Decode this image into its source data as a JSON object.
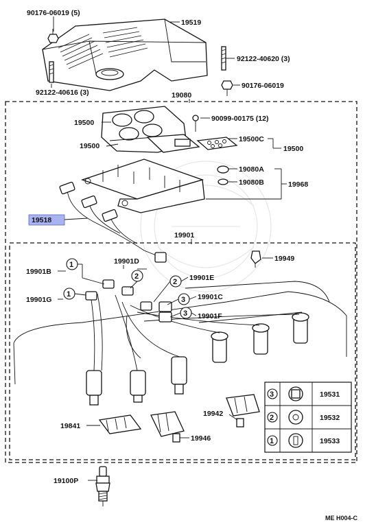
{
  "parts": {
    "p90176_06019_5": "90176-06019 (5)",
    "p19519": "19519",
    "p92122_40620": "92122-40620 (3)",
    "p92122_40616": "92122-40616 (3)",
    "p90176_06019": "90176-06019",
    "p19080": "19080",
    "p19500_a": "19500",
    "p90099": "90099-00175 (12)",
    "p19500_b": "19500",
    "p19500c": "19500C",
    "p19500_c": "19500",
    "p19080a": "19080A",
    "p19080b": "19080B",
    "p19968": "19968",
    "p19518": "19518",
    "p19901": "19901",
    "p19901b": "19901B",
    "p19901d": "19901D",
    "p19949": "19949",
    "p19901e": "19901E",
    "p19901g": "19901G",
    "p19901c": "19901C",
    "p19901f": "19901F",
    "p19841": "19841",
    "p19942": "19942",
    "p19946": "19946",
    "p19100p": "19100P"
  },
  "callouts": {
    "c1a": "1",
    "c1b": "1",
    "c2a": "2",
    "c2b": "2",
    "c3a": "3",
    "c3b": "3"
  },
  "legend": {
    "rows": [
      {
        "marker": "3",
        "part": "19531"
      },
      {
        "marker": "2",
        "part": "19532"
      },
      {
        "marker": "1",
        "part": "19533"
      }
    ]
  },
  "reference_code": "ME  H004-C",
  "colors": {
    "highlight": "#aab3f2",
    "ink": "#111111"
  }
}
